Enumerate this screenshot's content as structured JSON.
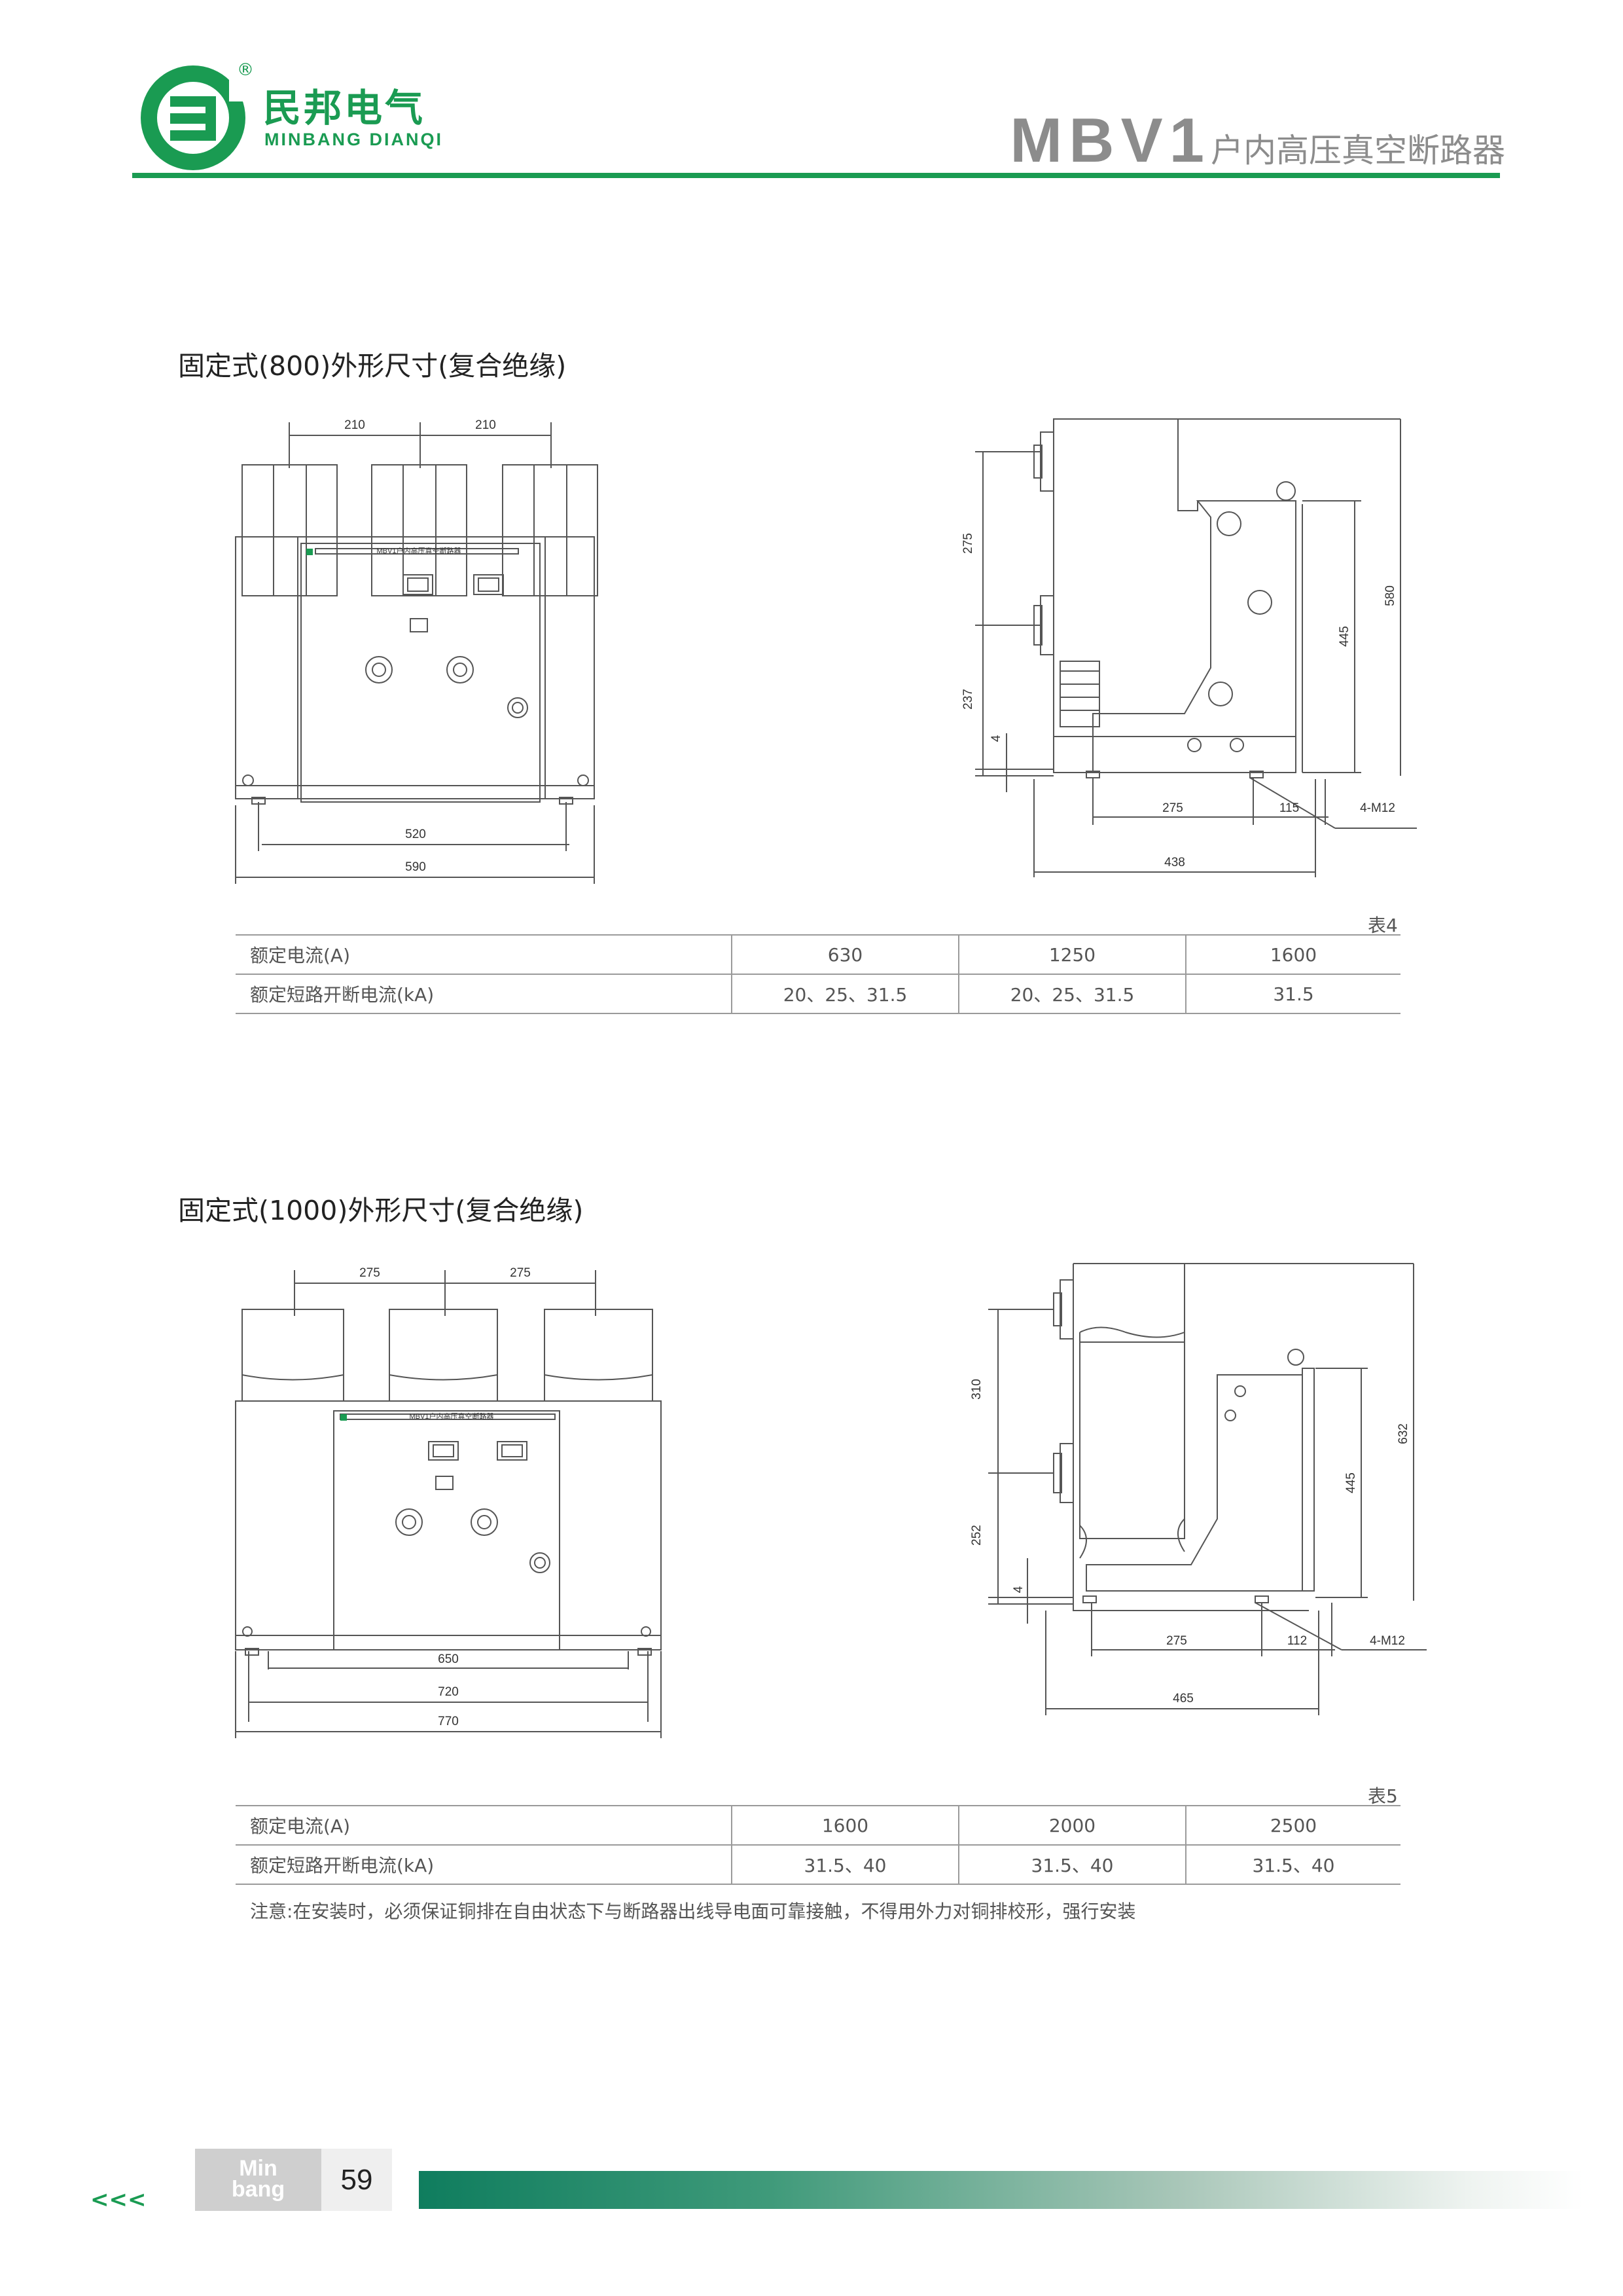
{
  "header": {
    "brand_cn": "民邦电气",
    "brand_en": "MINBANG DIANQI",
    "registered_mark": "®",
    "product_model": "MBV1",
    "product_name": "户内高压真空断路器",
    "accent_color": "#1a9b52"
  },
  "section1": {
    "title": "固定式(800)外形尺寸(复合绝缘)",
    "front_view": {
      "dim_pole_spacing": [
        "210",
        "210"
      ],
      "dim_inner": "520",
      "dim_outer": "590",
      "panel_label": "MBV1户内高压真空断路器"
    },
    "side_view": {
      "dim_upper": "275",
      "dim_lower": "237",
      "dim_base": "4",
      "dim_445": "445",
      "dim_580": "580",
      "dim_275": "275",
      "dim_115": "115",
      "dim_438": "438",
      "bolt_label": "4-M12"
    },
    "table": {
      "caption": "表4",
      "rows": [
        {
          "label": "额定电流(A)",
          "values": [
            "630",
            "1250",
            "1600"
          ]
        },
        {
          "label": "额定短路开断电流(kA)",
          "values": [
            "20、25、31.5",
            "20、25、31.5",
            "31.5"
          ]
        }
      ]
    }
  },
  "section2": {
    "title": "固定式(1000)外形尺寸(复合绝缘)",
    "front_view": {
      "dim_pole_spacing": [
        "275",
        "275"
      ],
      "dim_650": "650",
      "dim_720": "720",
      "dim_770": "770",
      "panel_label": "MBV1户内高压真空断路器"
    },
    "side_view": {
      "dim_upper": "310",
      "dim_lower": "252",
      "dim_base": "4",
      "dim_445": "445",
      "dim_632": "632",
      "dim_275": "275",
      "dim_112": "112",
      "dim_465": "465",
      "bolt_label": "4-M12"
    },
    "table": {
      "caption": "表5",
      "rows": [
        {
          "label": "额定电流(A)",
          "values": [
            "1600",
            "2000",
            "2500"
          ]
        },
        {
          "label": "额定短路开断电流(kA)",
          "values": [
            "31.5、40",
            "31.5、40",
            "31.5、40"
          ]
        }
      ]
    },
    "note": "注意:在安装时，必须保证铜排在自由状态下与断路器出线导电面可靠接触，不得用外力对铜排校形，强行安装"
  },
  "footer": {
    "tag_line1": "Min",
    "tag_line2": "bang",
    "page_number": "59",
    "prev_arrows": "<<<"
  }
}
